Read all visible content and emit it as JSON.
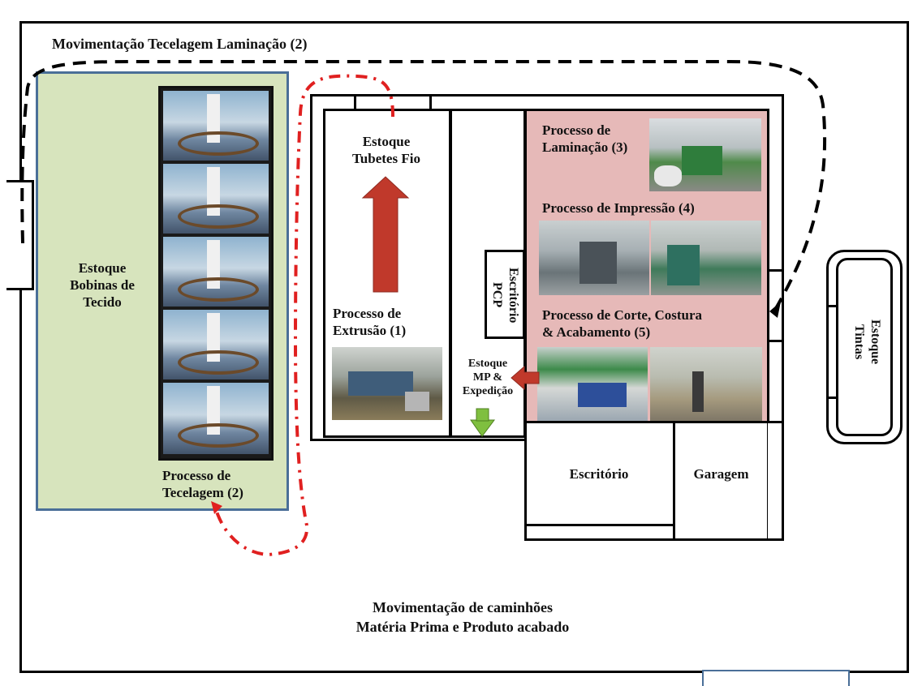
{
  "title": "Movimentação Tecelagem Laminação (2)",
  "footer": {
    "line1": "Movimentação de caminhões",
    "line2": "Matéria Prima e Produto acabado"
  },
  "areas": {
    "estoque_bobinas": {
      "line1": "Estoque",
      "line2": "Bobinas de",
      "line3": "Tecido"
    },
    "tecelagem": {
      "line1": "Processo de",
      "line2": "Tecelagem (2)"
    },
    "estoque_tubetes": {
      "line1": "Estoque",
      "line2": "Tubetes Fio"
    },
    "extrusao": {
      "line1": "Processo de",
      "line2": "Extrusão (1)"
    },
    "escritorio_pcp": {
      "line1": "Escritório",
      "line2": "PCP"
    },
    "estoque_mp": {
      "line1": "Estoque",
      "line2": "MP &",
      "line3": "Expedição"
    },
    "laminacao": {
      "line1": "Processo de",
      "line2": "Laminação (3)"
    },
    "impressao": {
      "line1": "Processo de Impressão (4)"
    },
    "corte": {
      "line1": "Processo de Corte, Costura",
      "line2": "& Acabamento (5)"
    },
    "escritorio": {
      "label": "Escritório"
    },
    "garagem": {
      "label": "Garagem"
    },
    "estoque_tintas": {
      "line1": "Estoque",
      "line2": "Tintas"
    }
  },
  "colors": {
    "green_zone": "#d7e4bd",
    "green_border": "#4a6f98",
    "pink_zone": "#e6b9b8",
    "red_arrow": "#c0392b",
    "green_arrow": "#7fbf3f",
    "red_path": "#e02020",
    "black_path": "#000000"
  }
}
